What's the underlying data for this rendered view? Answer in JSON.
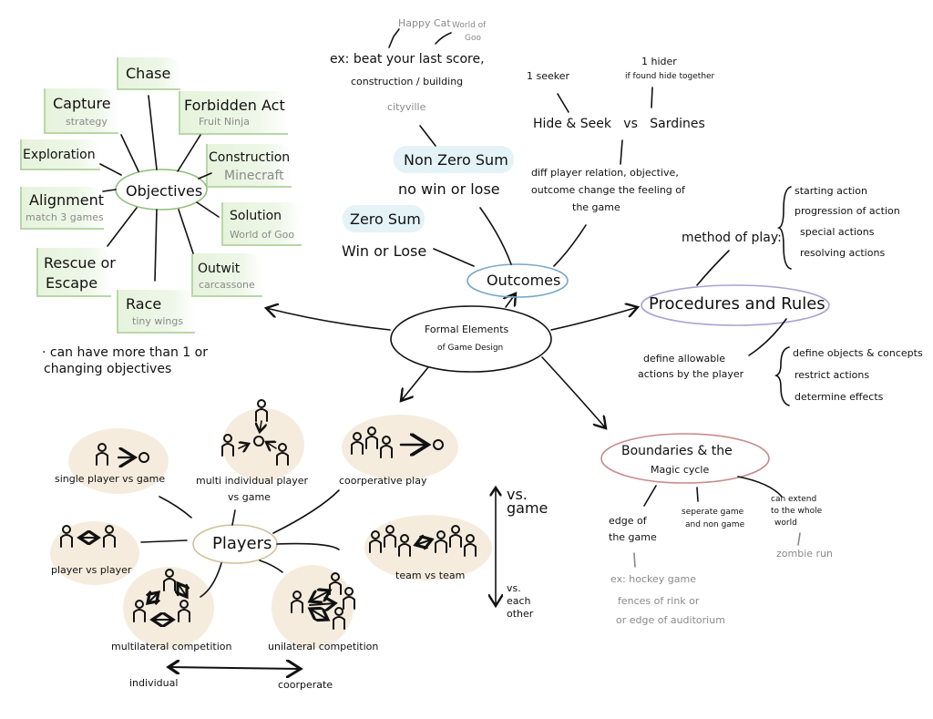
{
  "center": {
    "line1": "Formal Elements",
    "line2": "of Game Design"
  },
  "objectives": {
    "title": "Objectives",
    "items": [
      {
        "label": "Chase",
        "example": ""
      },
      {
        "label": "Capture",
        "example": "strategy"
      },
      {
        "label": "Forbidden Act",
        "example": "Fruit Ninja"
      },
      {
        "label": "Exploration",
        "example": ""
      },
      {
        "label": "Construction",
        "example": "Minecraft"
      },
      {
        "label": "Alignment",
        "example": "match 3 games"
      },
      {
        "label": "Solution",
        "example": "World of Goo"
      },
      {
        "label": "Rescue or",
        "example": "Escape"
      },
      {
        "label": "Outwit",
        "example": "carcassone"
      },
      {
        "label": "Race",
        "example": "tiny wings"
      }
    ],
    "note1": "· can have more than 1 or",
    "note2": "changing objectives"
  },
  "outcomes": {
    "title": "Outcomes",
    "zero_sum": "Zero Sum",
    "zero_sum_desc": "Win or Lose",
    "non_zero_sum": "Non Zero Sum",
    "non_zero_sum_desc": "no win or lose",
    "example1": "ex: beat your last score,",
    "example2": "construction / building",
    "cityville": "cityville",
    "happy_cat": "Happy Cat",
    "world_of_goo1": "World of",
    "world_of_goo2": "Goo",
    "seeker": "1 seeker",
    "hider": "1 hider",
    "hider_note": "if found hide together",
    "hide_seek": "Hide & Seek   vs   Sardines",
    "diff1": "diff player relation, objective,",
    "diff2": "outcome change the feeling of",
    "diff3": "the game"
  },
  "procedures": {
    "title": "Procedures and Rules",
    "method": "method of play:",
    "method_items": [
      "starting action",
      "progression of action",
      "special actions",
      "resolving actions"
    ],
    "define1": "define allowable",
    "define2": "actions by the player",
    "define_items": [
      "define objects & concepts",
      "restrict actions",
      "determine effects"
    ]
  },
  "boundaries": {
    "title1": "Boundaries & the",
    "title2": "Magic cycle",
    "edge1": "edge of",
    "edge2": "the game",
    "separate1": "seperate game",
    "separate2": "and non game",
    "extend1": "can extend",
    "extend2": "to the whole",
    "extend3": "world",
    "zombie": "zombie run",
    "hockey": "ex: hockey game",
    "fences": "fences of rink or",
    "auditorium": "or edge of auditorium"
  },
  "players": {
    "title": "Players",
    "single": "single player vs game",
    "multi1": "multi individual player",
    "multi2": "vs game",
    "coop": "coorperative play",
    "pvp": "player vs player",
    "team": "team vs team",
    "multilateral": "multilateral competition",
    "unilateral": "unilateral competition",
    "vs_game1": "vs.",
    "vs_game2": "game",
    "vs_each1": "vs.",
    "vs_each2": "each",
    "vs_each3": "other",
    "individual": "individual",
    "cooperate": "coorperate"
  }
}
